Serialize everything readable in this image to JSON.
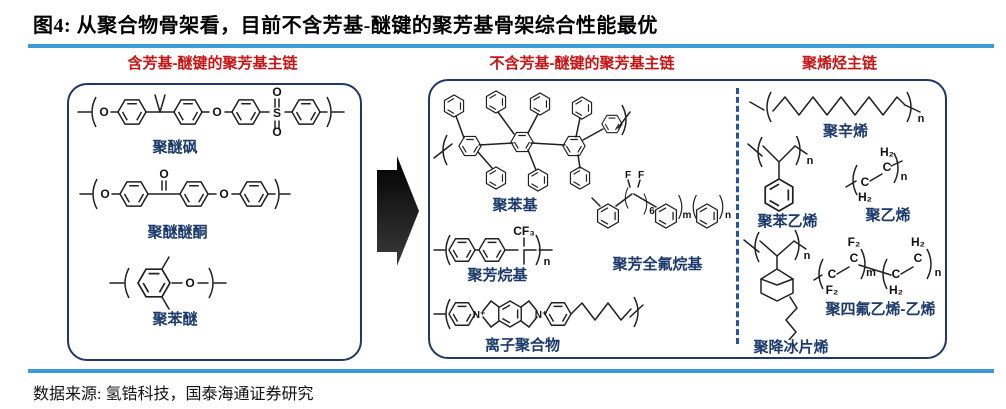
{
  "title": "图4:  从聚合物骨架看，目前不含芳基-醚键的聚芳基骨架综合性能最优",
  "source": "数据来源: 氢锆科技，国泰海通证券研究",
  "colors": {
    "rule_blue": "#3D9CD6",
    "header_red": "#C81414",
    "label_navy": "#1B3A6B",
    "panel_border": "#203864",
    "dash_blue": "#2353A4",
    "arrow_black": "#0A0A0A"
  },
  "sections": {
    "left": {
      "header": "含芳基-醚键的聚芳基主链",
      "structures": [
        {
          "label": "聚醚砜"
        },
        {
          "label": "聚醚醚酮"
        },
        {
          "label": "聚苯醚"
        }
      ]
    },
    "middle": {
      "header": "不含芳基-醚键的聚芳基主链",
      "structures": [
        {
          "label": "聚苯基"
        },
        {
          "label": "聚芳烷基"
        },
        {
          "label": "聚芳全氟烷基"
        },
        {
          "label": "离子聚合物"
        }
      ]
    },
    "right": {
      "header": "聚烯烃主链",
      "structures": [
        {
          "label": "聚辛烯"
        },
        {
          "label": "聚苯乙烯"
        },
        {
          "label": "聚乙烯"
        },
        {
          "label": "聚四氟乙烯-乙烯"
        },
        {
          "label": "聚降冰片烯"
        }
      ]
    }
  },
  "atoms": {
    "O": "O",
    "S": "S",
    "N_plus": "N⁺",
    "CF3": "CF₃",
    "F": "F",
    "F2": "F₂",
    "H2": "H₂",
    "C": "C",
    "n": "n",
    "m": "m",
    "six": "6"
  }
}
